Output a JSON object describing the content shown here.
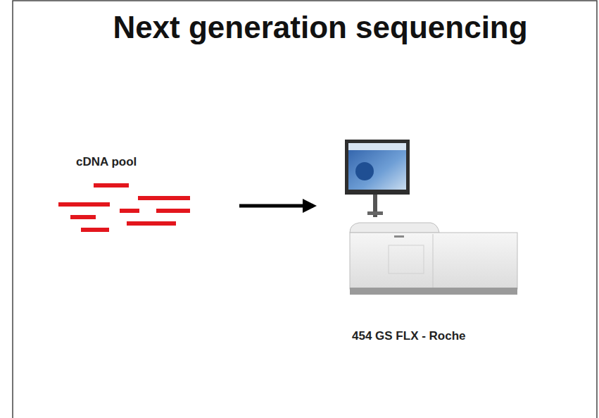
{
  "diagram": {
    "title": "Next generation sequencing",
    "nodes": [
      {
        "text": [
          "cDNA pool"
        ]
      },
      {
        "text": [
          "454 GS FLX - Roche"
        ]
      }
    ],
    "edges": [
      {
        "from": 0,
        "to": 1,
        "arrow": "to"
      }
    ]
  }
}
